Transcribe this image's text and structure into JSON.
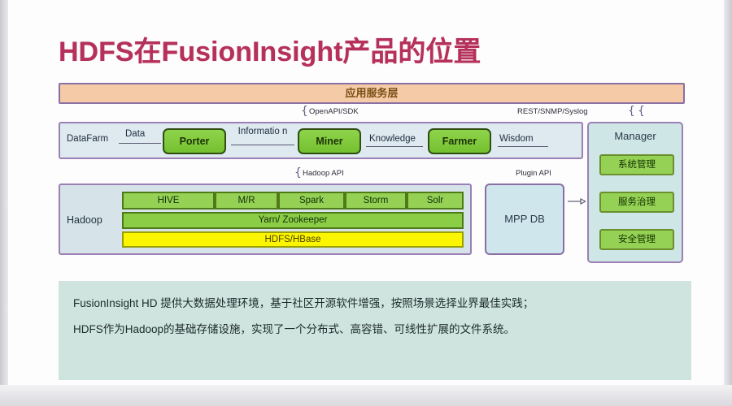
{
  "slide": {
    "title": "HDFS在FusionInsight产品的位置"
  },
  "diagram": {
    "app_layer": "应用服务层",
    "connectors": {
      "open_api": "OpenAPI/SDK",
      "rest_snmp": "REST/SNMP/Syslog",
      "hadoop_api": "Hadoop API",
      "plugin_api": "Plugin API"
    },
    "pipeline": {
      "start_label": "DataFarm",
      "link1": "Data",
      "node1": "Porter",
      "link2": "Informatio n",
      "node2": "Miner",
      "link3": "Knowledge",
      "node3": "Farmer",
      "end_label": "Wisdom"
    },
    "manager": {
      "title": "Manager",
      "items": [
        {
          "label": "系统管理"
        },
        {
          "label": "服务治理"
        },
        {
          "label": "安全管理"
        }
      ]
    },
    "hadoop": {
      "label": "Hadoop",
      "components": [
        {
          "label": "HIVE"
        },
        {
          "label": "M/R"
        },
        {
          "label": "Spark"
        },
        {
          "label": "Storm"
        },
        {
          "label": "Solr"
        }
      ],
      "resource_layer": "Yarn/ Zookeeper",
      "storage_layer": "HDFS/HBase"
    },
    "mpp_db": "MPP DB"
  },
  "note": {
    "paragraph1": "FusionInsight HD 提供大数据处理环境，基于社区开源软件增强，按照场景选择业界最佳实践；",
    "paragraph2": "HDFS作为Hadoop的基础存储设施，实现了一个分布式、高容错、可线性扩展的文件系统。"
  },
  "colors": {
    "title": "#b5305a",
    "app_layer_fill": "#f5cba7",
    "panel_border": "#8a6fa4",
    "green_node": "#7ac93f",
    "hdfs_highlight": "#fbf500",
    "note_bg": "#cfe4de"
  }
}
